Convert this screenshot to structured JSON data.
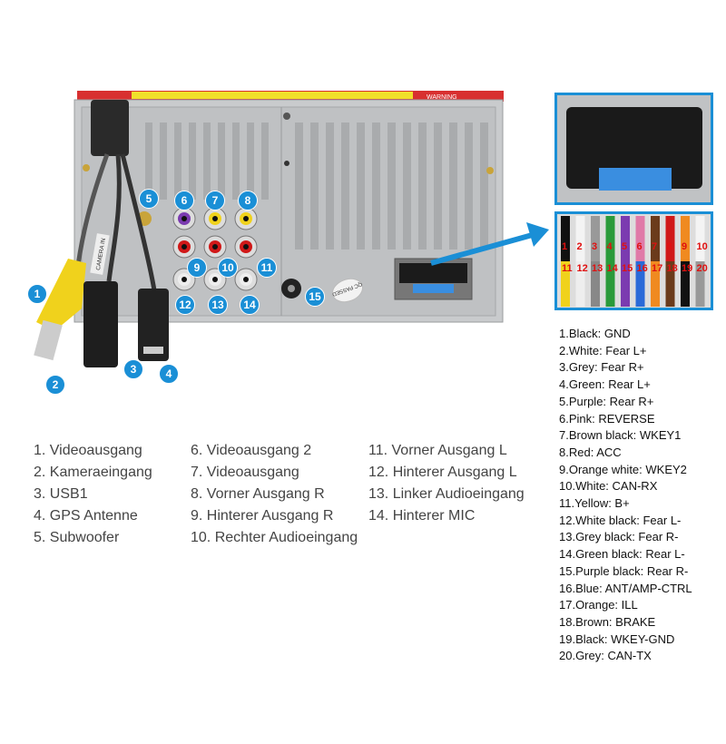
{
  "callouts": [
    "1",
    "2",
    "3",
    "4",
    "5",
    "6",
    "7",
    "8",
    "9",
    "10",
    "11",
    "12",
    "13",
    "14",
    "15"
  ],
  "legend": {
    "col1": [
      "1. Videoausgang",
      "2. Kameraeingang",
      "3. USB1",
      "4. GPS Antenne",
      "5. Subwoofer"
    ],
    "col2": [
      "6. Videoausgang 2",
      "7. Videoausgang",
      "8. Vorner Ausgang R",
      "9. Hinterer Ausgang R",
      "10. Rechter Audioeingang"
    ],
    "col3": [
      "11. Vorner Ausgang L",
      "12. Hinterer Ausgang L",
      "13. Linker Audioeingang",
      "14. Hinterer MIC"
    ]
  },
  "wiring": [
    "1.Black: GND",
    "2.White: Fear L+",
    "3.Grey: Fear R+",
    "4.Green: Rear L+",
    "5.Purple: Rear R+",
    "6.Pink: REVERSE",
    "7.Brown black: WKEY1",
    "8.Red: ACC",
    "9.Orange white: WKEY2",
    "10.White: CAN-RX",
    "11.Yellow: B+",
    "12.White black: Fear L-",
    "13.Grey black: Fear R-",
    "14.Green black: Rear L-",
    "15.Purple black: Rear R-",
    "16.Blue: ANT/AMP-CTRL",
    "17.Orange: ILL",
    "18.Brown: BRAKE",
    "19.Black: WKEY-GND",
    "20.Grey: CAN-TX"
  ],
  "wire_numbers_top": [
    "1",
    "2",
    "3",
    "4",
    "5",
    "6",
    "7",
    "8",
    "9",
    "10"
  ],
  "wire_numbers_bottom": [
    "11",
    "12",
    "13",
    "14",
    "15",
    "16",
    "17",
    "18",
    "19",
    "20"
  ],
  "label_text": {
    "warning": "WARNING",
    "passed": "QC PASSED",
    "camera": "CAMERA IN"
  },
  "colors": {
    "accent": "#1a8fd6",
    "panel": "#c9cbcd"
  }
}
